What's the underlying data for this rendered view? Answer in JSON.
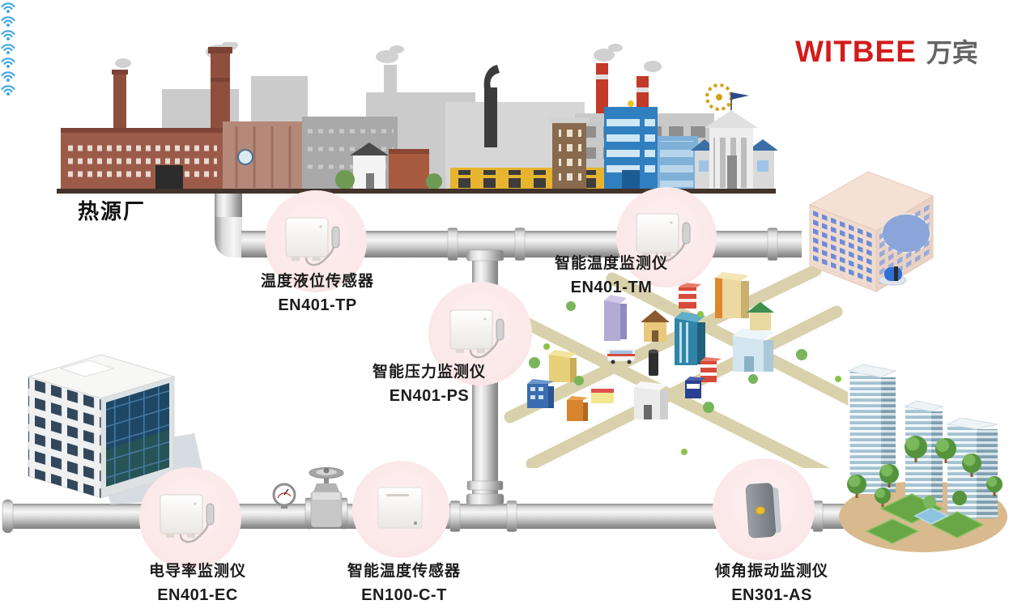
{
  "logo": {
    "brand": "WITBEE",
    "brand_cn": "万宾"
  },
  "scene": {
    "heat_source_label": "热源厂"
  },
  "sensors": [
    {
      "name": "温度液位传感器",
      "model": "EN401-TP"
    },
    {
      "name": "智能温度监测仪",
      "model": "EN401-TM"
    },
    {
      "name": "智能压力监测仪",
      "model": "EN401-PS"
    },
    {
      "name": "电导率监测仪",
      "model": "EN401-EC"
    },
    {
      "name": "智能温度传感器",
      "model": "EN100-C-T"
    },
    {
      "name": "倾角振动监测仪",
      "model": "EN301-AS"
    }
  ],
  "icons": {
    "wifi": "wifi-icon"
  },
  "colors": {
    "brand_red": "#D31B1B",
    "brand_gray": "#636363",
    "sensor_circle_pink": "#FBE9E9",
    "wifi_blue": "#41A8DF",
    "pipe_gray": "#B9B9B9",
    "text_dark": "#1C1C1C"
  }
}
